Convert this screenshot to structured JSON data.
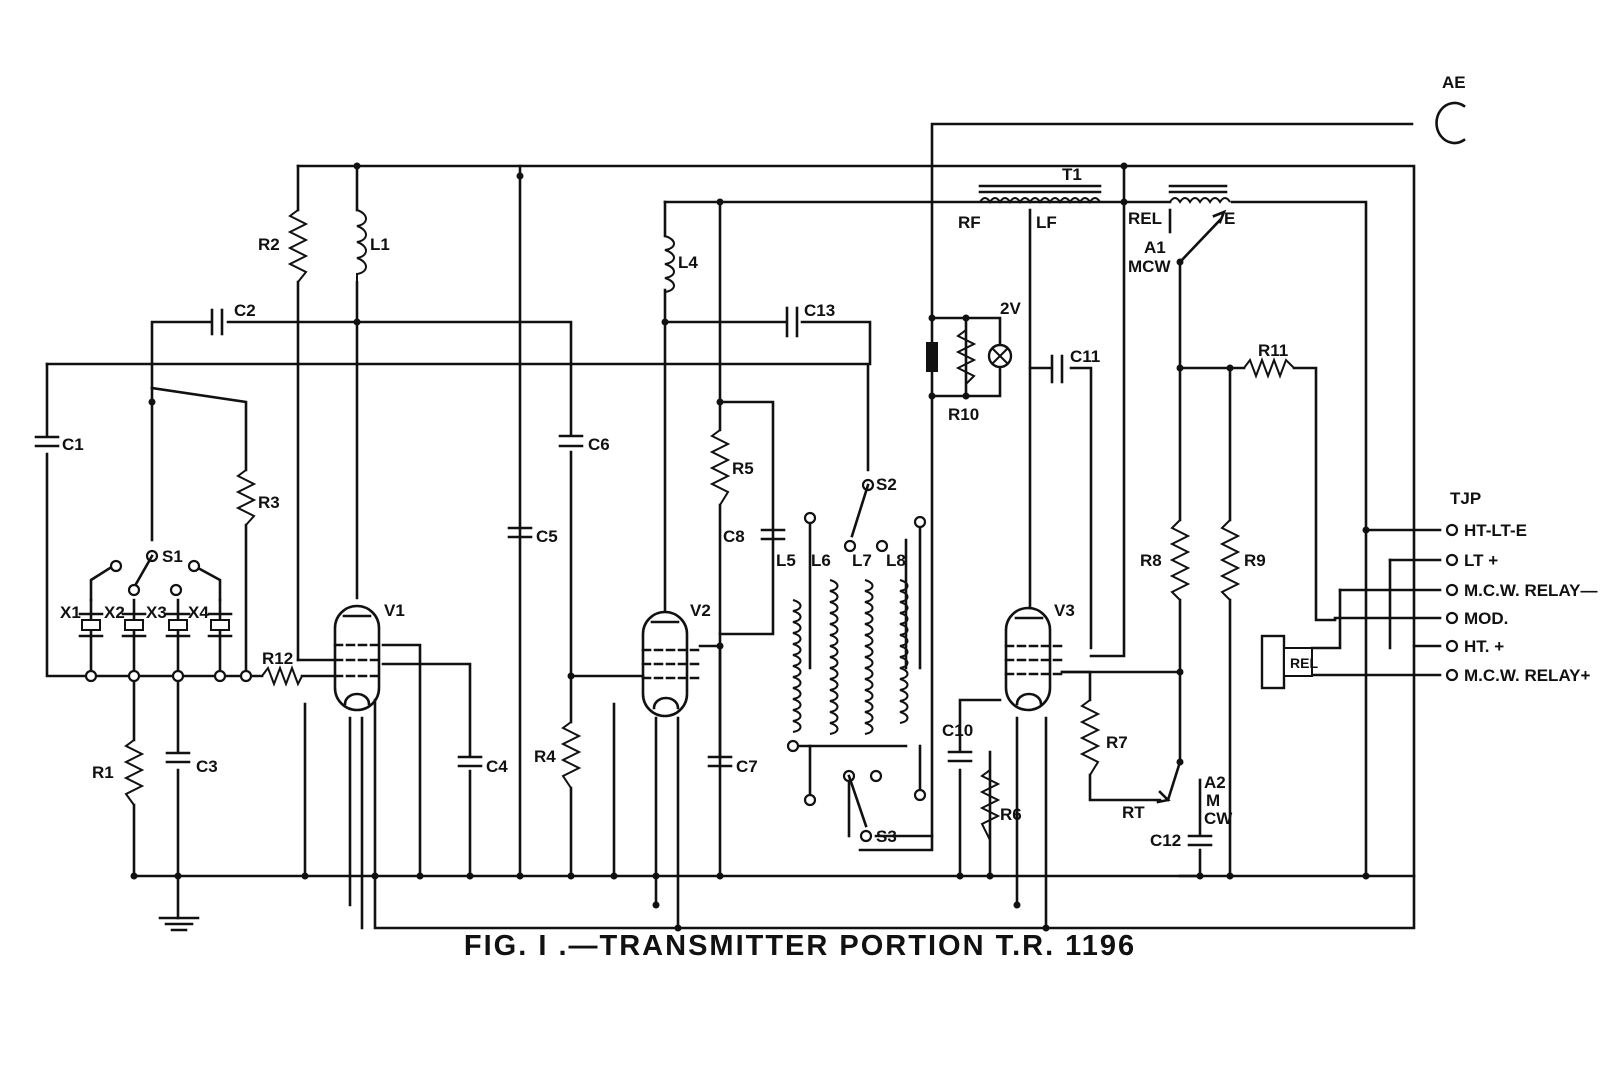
{
  "caption": "FIG. I .—TRANSMITTER PORTION T.R. 1196",
  "labels": {
    "ae": "AE",
    "t1": "T1",
    "rf": "RF",
    "lf": "LF",
    "rel": "REL",
    "e": "E",
    "a1": "A1",
    "mcw_a1": "MCW",
    "r2": "R2",
    "l1": "L1",
    "c2": "C2",
    "l4": "L4",
    "c13": "C13",
    "two_v": "2V",
    "c11": "C11",
    "r10": "R10",
    "r11": "R11",
    "c1": "C1",
    "r3": "R3",
    "c6": "C6",
    "r5": "R5",
    "s2": "S2",
    "c5": "C5",
    "c8": "C8",
    "l5": "L5",
    "l6": "L6",
    "l7": "L7",
    "l8": "L8",
    "s1": "S1",
    "x1": "X1",
    "x2": "X2",
    "x3": "X3",
    "x4": "X4",
    "v1": "V1",
    "v2": "V2",
    "v3": "V3",
    "r12": "R12",
    "r8": "R8",
    "r9": "R9",
    "rel_box": "REL",
    "r1": "R1",
    "c3": "C3",
    "c4": "C4",
    "r4": "R4",
    "c7": "C7",
    "c10": "C10",
    "r7": "R7",
    "r6": "R6",
    "s3": "S3",
    "rt": "RT",
    "a2": "A2",
    "m": "M",
    "cw": "CW",
    "c12": "C12"
  },
  "tjp": {
    "title": "TJP",
    "terminals": [
      "HT-LT-E",
      "LT +",
      "M.C.W. RELAY—",
      "MOD.",
      "HT. +",
      "M.C.W. RELAY+"
    ]
  }
}
